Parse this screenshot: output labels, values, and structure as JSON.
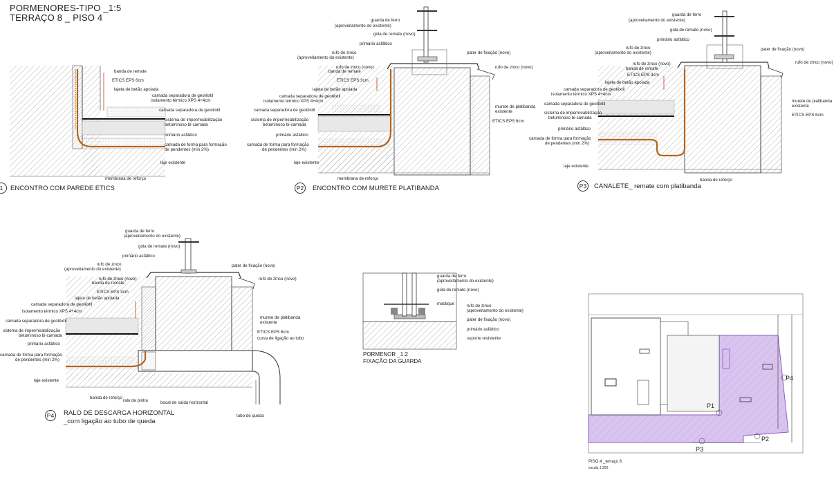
{
  "header": {
    "title": "PORMENORES-TIPO _1:5",
    "subtitle": "TERRAÇO 8 _ PISO 4"
  },
  "details": {
    "p1": {
      "badge": "1",
      "caption": "ENCONTRO COM PAREDE ETICS",
      "labels": {
        "banda": "banda de remate",
        "etics": "ETICS EPS 6cm",
        "lajeta": "lajeta de betão apoiada",
        "camada_geo": "camada separadora de geotêxtil",
        "isolamento": "isolamento térmico XPS 4+4cm",
        "camada_sep": "camada separadora de geotêxtil",
        "sistema": "sistema de impermeabilização",
        "betuminoso": "betuminoso bi-camada",
        "primario": "primário asfáltico",
        "forma": "camada de forma para formação",
        "pendentes": "de pendentes (min 2%)",
        "laje": "laje existente",
        "membrana": "membrana de reforço"
      }
    },
    "p2": {
      "badge": "P2",
      "caption": "ENCONTRO COM MURETE PLATIBANDA",
      "labels": {
        "guarda": "guarda de ferro",
        "aprov": "(aproveitamento do existente)",
        "gola": "gola de remate (novo)",
        "primario_top": "primário asfáltico",
        "rufo_zinco": "rufo de zinco",
        "aprov2": "(aproveitamento do existente)",
        "pater": "pater de fixação (novo)",
        "rufo_novo": "rufo de zinco (novo)",
        "banda": "banda de remate",
        "rufo_novo2": "rufo de zinco (novo)",
        "etics3": "ETICS EPS 3cm",
        "lajeta": "lajeta de betão apoiada",
        "camada_geo": "camada separadora de geotêxtil",
        "isolamento": "isolamento térmico XPS 4+4cm",
        "camada_sep": "camada separadora de geotêxtil",
        "murete": "murete de platibanda",
        "existente": "existente",
        "sistema": "sistema de impermeabilização",
        "betuminoso": "betuminoso bi-camada",
        "etics6": "ETICS EPS 6cm",
        "primario": "primário asfáltico",
        "forma": "camada de forma para formação",
        "pendentes": "de pendentes (min 2%)",
        "laje": "laje existente",
        "membrana": "membrana de reforço"
      }
    },
    "p3": {
      "badge": "P3",
      "caption": "CANALETE_ remate com platibanda",
      "labels": {
        "guarda": "guarda de ferro",
        "aprov": "(aproveitamento do existente)",
        "gola": "gola de remate (novo)",
        "primario_top": "primário asfáltico",
        "rufo_zinco": "rufo de zinco",
        "aprov2": "(aproveitamento do existente)",
        "pater": "pater de fixação (novo)",
        "rufo_novo": "rufo de zinco (novo)",
        "banda": "banda de remate",
        "rufo_novo2": "rufo de zinco (novo)",
        "etics3": "ETICS EPS 3cm",
        "lajeta": "lajeta de betão apoiada",
        "camada_geo": "camada separadora de geotêxtil",
        "isolamento": "isolamento térmico XPS 4+4cm",
        "camada_sep": "camada separadora de geotêxtil",
        "murete": "murete de platibanda",
        "existente": "existente",
        "sistema": "sistema de impermeabilização",
        "betuminoso": "betuminoso bi-camada",
        "etics6": "ETICS EPS 6cm",
        "primario": "primário asfáltico",
        "forma": "camada de forma para formação",
        "pendentes": "de pendentes (min 2%)",
        "laje": "laje existente",
        "membrana": "banda de reforço"
      }
    },
    "p4": {
      "badge": "P4",
      "caption": "RALO DE DESCARGA HORIZONTAL",
      "subcaption": "_com ligação ao tubo de queda",
      "labels": {
        "guarda": "guarda de ferro",
        "aprov": "(aproveitamento do existente)",
        "gola": "gola de remate (novo)",
        "primario_top": "primário asfáltico",
        "rufo_zinco": "rufo de zinco",
        "aprov2": "(aproveitamento do existente)",
        "pater": "pater de fixação (novo)",
        "rufo_novo": "rufo de zinco (novo)",
        "banda": "banda de remate",
        "rufo_novo2": "rufo de zinco (novo)",
        "etics3": "ETICS EPS 3cm",
        "lajeta": "lajeta de betão apoiada",
        "camada_geo": "camada separadora de geotêxtil",
        "isolamento": "isolamento térmico XPS 4+4cm",
        "camada_sep": "camada separadora de geotêxtil",
        "murete": "murete de platibanda",
        "existente": "existente",
        "sistema": "sistema de impermeabilização",
        "betuminoso": "betuminoso bi-camada",
        "etics6": "ETICS EPS 6cm",
        "curva": "curva de ligação ao tubo",
        "primario": "primário asfáltico",
        "forma": "camada de forma para formação",
        "pendentes": "de pendentes (min 2%)",
        "laje": "laje existente",
        "membrana": "banda de reforço",
        "ralo": "ralo de pinha",
        "bocal": "bocal de saída horizontal",
        "tubo": "tubo de queda"
      }
    },
    "guard": {
      "caption": "PORMENOR _1:2",
      "subcaption": "FIXAÇÃO DA GUARDA",
      "labels": {
        "guarda": "guarda de ferro",
        "aprov": "(aproveitamento do existente)",
        "gola": "gola de remate (novo)",
        "mastique": "mastique",
        "rufo": "rufo de zinco",
        "aprov2": "(aproveitamento do existente)",
        "pater": "pater de fixação (novo)",
        "primario": "primário asfáltico",
        "suporte": "suporte resistente"
      }
    }
  },
  "plan": {
    "labels": [
      "P1",
      "P2",
      "P3",
      "P4"
    ],
    "caption": "PISO 4 _terraço 8",
    "scale": "escala 1:200",
    "terrace_color": "#d9c4ef",
    "terrace_edge": "#8a5fc4"
  },
  "colors": {
    "membrane": "#b5651d",
    "line": "#333333",
    "hatch": "#9a9a9a"
  }
}
